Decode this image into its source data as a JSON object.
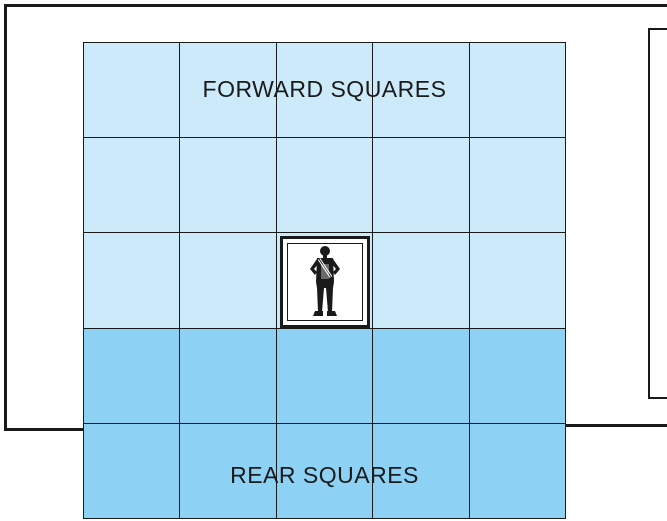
{
  "diagram": {
    "forward_label": "FORWARD SQUARES",
    "rear_label": "REAR SQUARES",
    "grid": {
      "columns": 5,
      "rows": 5,
      "forward_rows": 3,
      "rear_rows": 2
    },
    "piece": {
      "icon": "standing-soldier-icon",
      "column": 3,
      "row": 3
    },
    "colors": {
      "forward_fill": "#cdeafa",
      "rear_fill": "#8dd2f5",
      "line": "#1a1a1a"
    }
  }
}
